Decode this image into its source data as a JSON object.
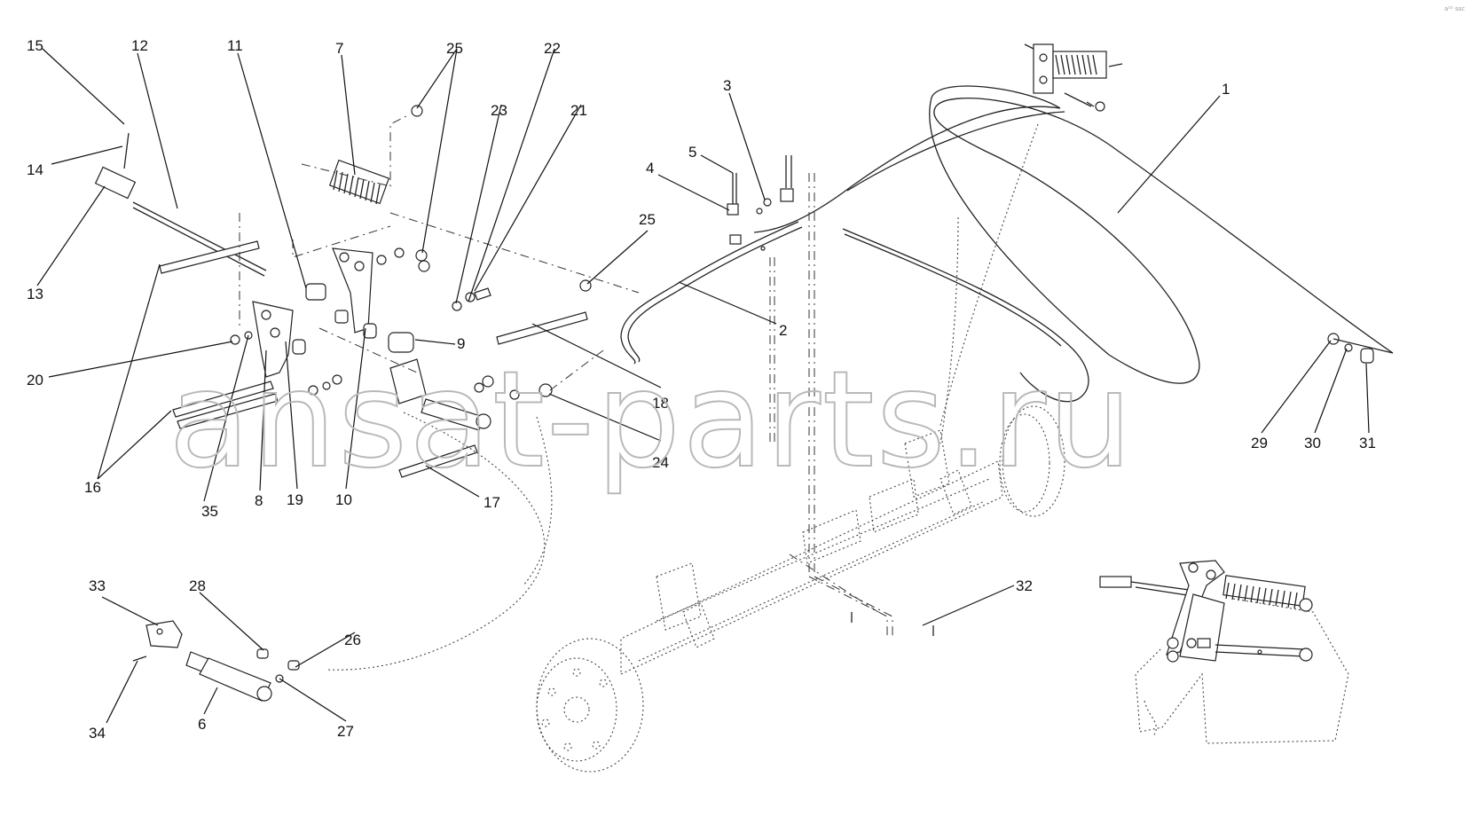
{
  "watermark": "ansat-parts.ru",
  "corner_mark": "a²² ssc",
  "labels": {
    "l1": "1",
    "l2": "2",
    "l3": "3",
    "l4": "4",
    "l5": "5",
    "l6": "6",
    "l7": "7",
    "l8": "8",
    "l9": "9",
    "l10": "10",
    "l11": "11",
    "l12": "12",
    "l13": "13",
    "l14": "14",
    "l15": "15",
    "l16": "16",
    "l17": "17",
    "l18": "18",
    "l19": "19",
    "l20": "20",
    "l21": "21",
    "l22": "22",
    "l23": "23",
    "l24": "24",
    "l25a": "25",
    "l25b": "25",
    "l26": "26",
    "l27": "27",
    "l28": "28",
    "l29": "29",
    "l30": "30",
    "l31": "31",
    "l32": "32",
    "l33": "33",
    "l34": "34",
    "l35": "35"
  },
  "colors": {
    "line": "#222222",
    "watermark": "#b9b9b9",
    "background": "#ffffff"
  }
}
